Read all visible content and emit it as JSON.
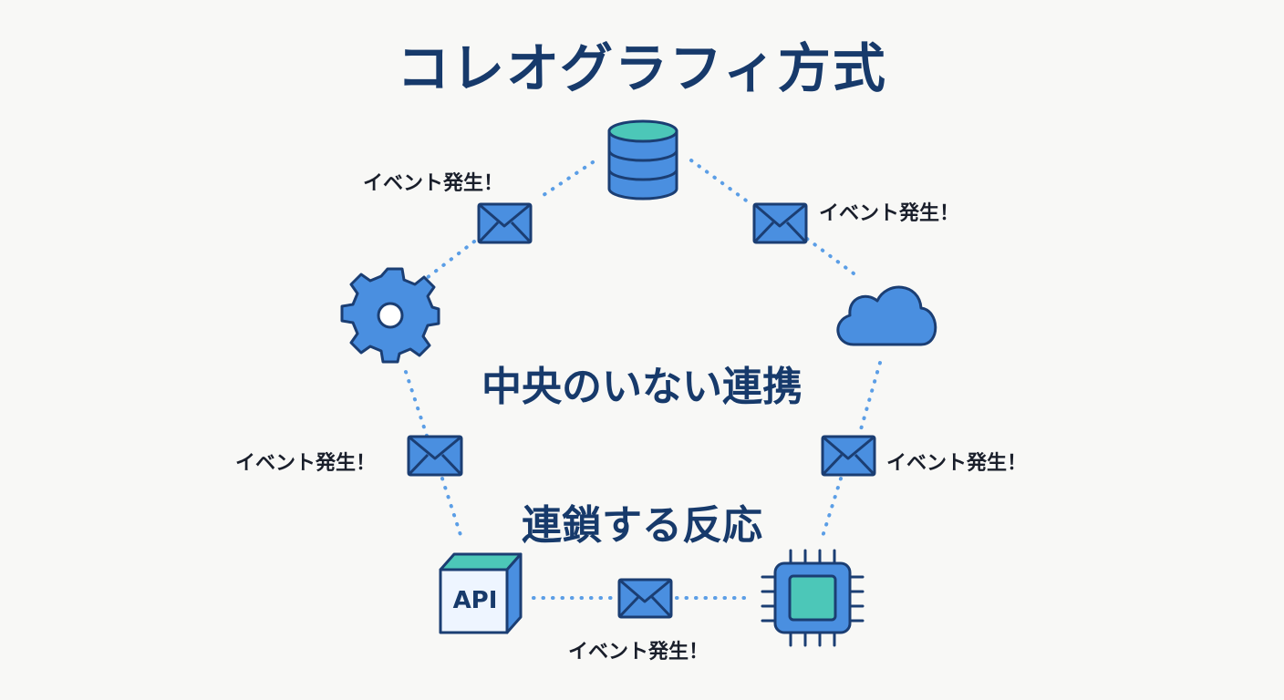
{
  "title": "コレオグラフィ方式",
  "center": {
    "line1": "中央のいない連携",
    "line2": "連鎖する反応"
  },
  "event_label": "イベント発生！",
  "nodes": [
    {
      "name": "database",
      "icon": "database-icon"
    },
    {
      "name": "cloud",
      "icon": "cloud-icon"
    },
    {
      "name": "chip",
      "icon": "chip-icon"
    },
    {
      "name": "api",
      "icon": "api-cube-icon",
      "label": "API"
    },
    {
      "name": "gear",
      "icon": "gear-icon"
    }
  ],
  "colors": {
    "primary": "#4a8fe0",
    "stroke": "#1b3e73",
    "accent": "#4cc7b8",
    "dots": "#5b9ee6",
    "text": "#173a6b"
  }
}
